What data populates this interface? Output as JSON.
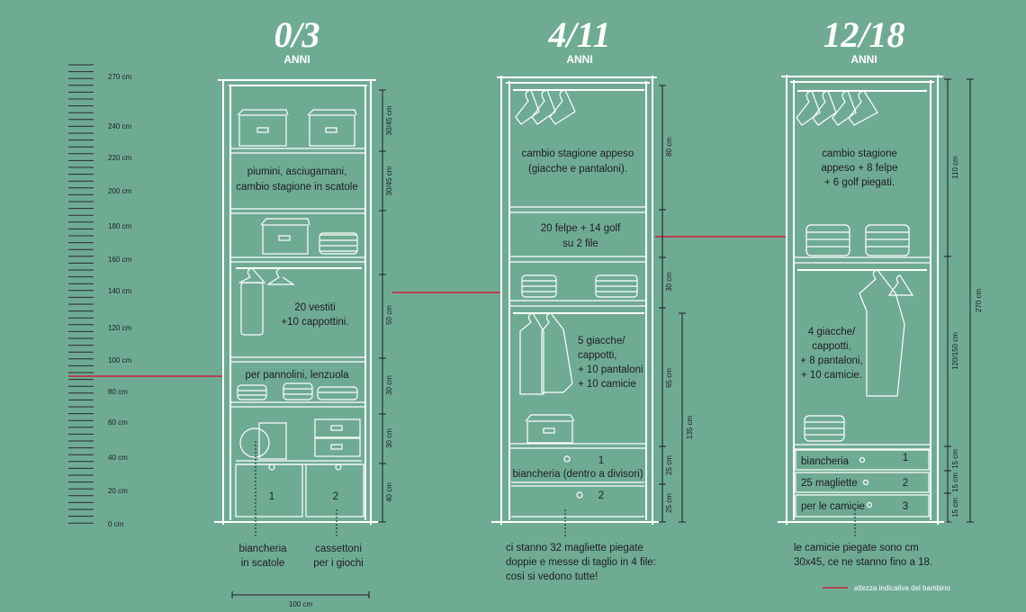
{
  "scale": {
    "labels": [
      "270 cm",
      "240 cm",
      "220 cm",
      "200 cm",
      "180 cm",
      "160 cm",
      "140 cm",
      "120 cm",
      "100 cm",
      "80 cm",
      "60 cm",
      "40 cm",
      "20 cm",
      "0 cm"
    ]
  },
  "wardrobes": [
    {
      "title": "0/3",
      "subtitle": "ANNI",
      "texts": [
        "piumini, asciugamani,",
        "cambio stagione in scatole",
        "20 vestiti",
        "+10 cappottini.",
        "per pannolini, lenzuola",
        "1",
        "2"
      ],
      "dims": [
        "30/45 cm",
        "30/45 cm",
        "50 cm",
        "30 cm",
        "30 cm",
        "40 cm"
      ],
      "captions": [
        "biancheria",
        "in scatole",
        "cassettoni",
        "per i giochi"
      ],
      "width_label": "100 cm"
    },
    {
      "title": "4/11",
      "subtitle": "ANNI",
      "texts": [
        "cambio stagione appeso",
        "(giacche e pantaloni).",
        "20 felpe + 14 golf",
        "su 2 file",
        "5 giacche/",
        "cappotti,",
        "+ 10 pantaloni",
        "+ 10 camicie",
        "1",
        "biancheria (dentro a divisori)",
        "2"
      ],
      "dims": [
        "80 cm",
        "30 cm",
        "65 cm",
        "135 cm",
        "25 cm",
        "25 cm"
      ],
      "captions": [
        "ci stanno 32 magliette piegate",
        "doppie e messe di taglio in 4 file:",
        "così si vedono tutte!"
      ]
    },
    {
      "title": "12/18",
      "subtitle": "ANNI",
      "texts": [
        "cambio stagione",
        "appeso + 8 felpe",
        "+ 6 golf piegati.",
        "4 giacche/",
        "cappotti,",
        "+ 8 pantaloni,",
        "+ 10 camicie.",
        "biancheria",
        "1",
        "25 magliette",
        "2",
        "per le camicie",
        "3"
      ],
      "dims": [
        "110 cm",
        "270 cm",
        "120/150 cm",
        "15 cm",
        "15 cm",
        "15 cm"
      ],
      "captions": [
        "le camicie piegate sono cm",
        "30x45, ce ne stanno fino a 18."
      ]
    }
  ],
  "legend": {
    "label": "altezza indicativa del bambino",
    "color": "#c8203a"
  },
  "colors": {
    "background": "#6fab93",
    "line": "#ffffff",
    "ink": "#1e1e1e"
  }
}
